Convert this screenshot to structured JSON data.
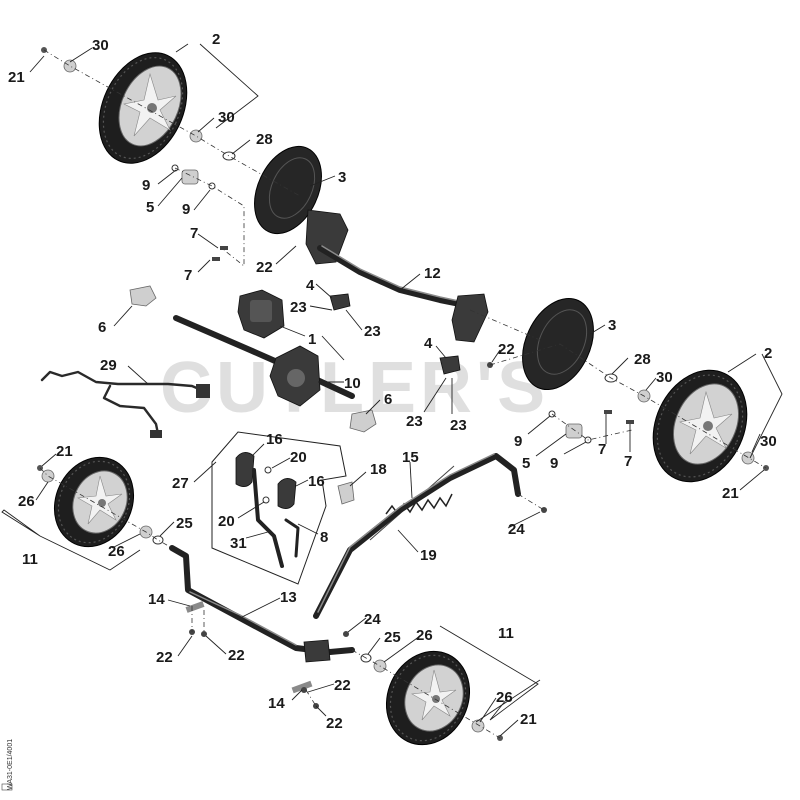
{
  "watermark": "CUTLER'S",
  "drawing_code": "WA31-0E1/4001",
  "drawing_code_small": "",
  "callouts": {
    "c21a": "21",
    "c30a": "30",
    "c2a": "2",
    "c30b": "30",
    "c28a": "28",
    "c9a": "9",
    "c5a": "5",
    "c9b": "9",
    "c3a": "3",
    "c7a": "7",
    "c7b": "7",
    "c22a": "22",
    "c12": "12",
    "c4a": "4",
    "c23a": "23",
    "c23b": "23",
    "c6a": "6",
    "c1": "1",
    "c3b": "3",
    "c4b": "4",
    "c22b": "22",
    "c28b": "28",
    "c2b": "2",
    "c29": "29",
    "c10": "10",
    "c6b": "6",
    "c23c": "23",
    "c23d": "23",
    "c30c": "30",
    "c9c": "9",
    "c7c": "7",
    "c5b": "5",
    "c9d": "9",
    "c7d": "7",
    "c30d": "30",
    "c21b": "21",
    "c21c": "21",
    "c16a": "16",
    "c20a": "20",
    "c27": "27",
    "c16b": "16",
    "c18": "18",
    "c15": "15",
    "c26a": "26",
    "c25a": "25",
    "c20b": "20",
    "c8": "8",
    "c31": "31",
    "c11a": "11",
    "c26b": "26",
    "c24a": "24",
    "c19": "19",
    "c14a": "14",
    "c13": "13",
    "c22c": "22",
    "c22d": "22",
    "c24b": "24",
    "c25b": "25",
    "c26c": "26",
    "c11b": "11",
    "c22e": "22",
    "c14b": "14",
    "c22f": "22",
    "c26d": "26",
    "c21d": "21"
  }
}
